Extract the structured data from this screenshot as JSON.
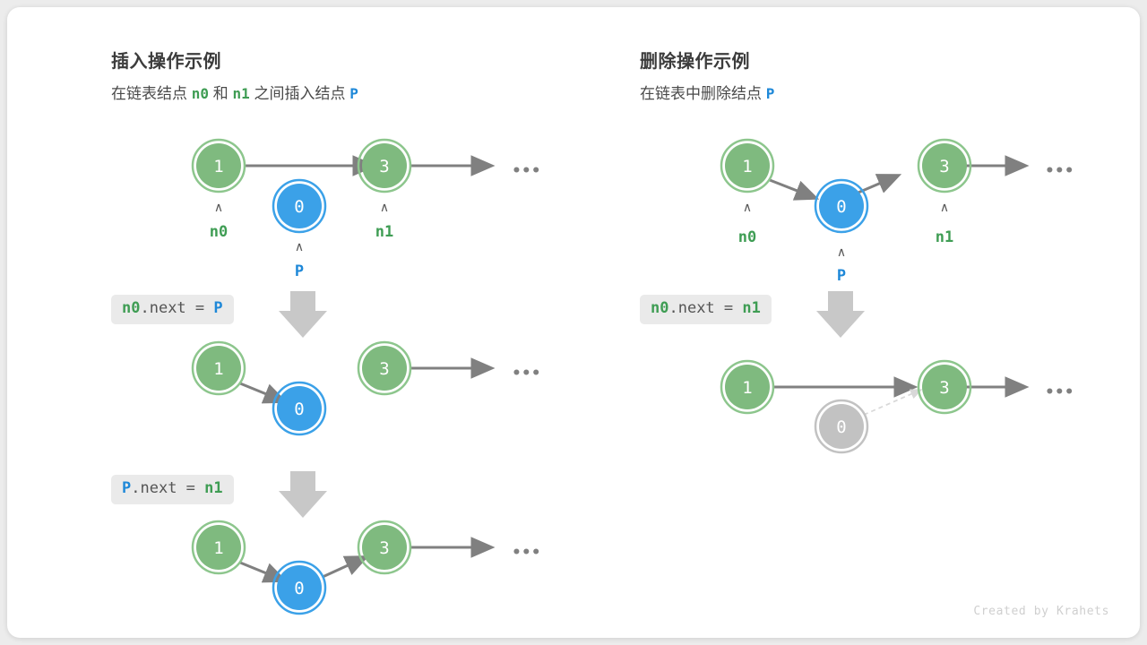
{
  "meta": {
    "footer": "Created by Krahets",
    "colors": {
      "green_fill": "#7fba7f",
      "green_ring": "#8dc68d",
      "green_text": "#3f9d54",
      "blue_fill": "#3ba1e8",
      "blue_ring": "#3ba1e8",
      "blue_text": "#1e88d8",
      "gray_fill": "#c2c2c2",
      "gray_ring": "#c2c2c2",
      "arrow": "#808080",
      "arrow_faded": "#d8d8d8",
      "codebox_bg": "#eaeaea",
      "card_bg": "#ffffff",
      "page_bg": "#ececec"
    }
  },
  "left_panel": {
    "title": "插入操作示例",
    "subtitle": {
      "part1": "在链表结点",
      "n0": "n0",
      "part2": "和",
      "n1": "n1",
      "part3": "之间插入结点",
      "p": "P"
    },
    "steps": [
      {
        "code": {
          "var1": "n0",
          "mid": ".next = ",
          "var2": "P"
        },
        "arrow_icon": "down-arrow-icon"
      },
      {
        "code": {
          "var1": "P",
          "mid": ".next = ",
          "var2": "n1"
        },
        "arrow_icon": "down-arrow-icon"
      }
    ],
    "row1": {
      "nodes": [
        {
          "value": "1",
          "type": "green",
          "label": "n0"
        },
        {
          "value": "0",
          "type": "blue",
          "label": "P"
        },
        {
          "value": "3",
          "type": "green",
          "label": "n1"
        }
      ],
      "ellipsis": "•••"
    },
    "row2": {
      "nodes": [
        {
          "value": "1",
          "type": "green"
        },
        {
          "value": "0",
          "type": "blue"
        },
        {
          "value": "3",
          "type": "green"
        }
      ],
      "ellipsis": "•••"
    },
    "row3": {
      "nodes": [
        {
          "value": "1",
          "type": "green"
        },
        {
          "value": "0",
          "type": "blue"
        },
        {
          "value": "3",
          "type": "green"
        }
      ],
      "ellipsis": "•••"
    }
  },
  "right_panel": {
    "title": "删除操作示例",
    "subtitle": {
      "part1": "在链表中删除结点",
      "p": "P"
    },
    "steps": [
      {
        "code": {
          "var1": "n0",
          "mid": ".next = ",
          "var2": "n1"
        },
        "arrow_icon": "down-arrow-icon"
      }
    ],
    "row1": {
      "nodes": [
        {
          "value": "1",
          "type": "green",
          "label": "n0"
        },
        {
          "value": "0",
          "type": "blue",
          "label": "P"
        },
        {
          "value": "3",
          "type": "green",
          "label": "n1"
        }
      ],
      "ellipsis": "•••"
    },
    "row2": {
      "nodes": [
        {
          "value": "1",
          "type": "green"
        },
        {
          "value": "0",
          "type": "gray"
        },
        {
          "value": "3",
          "type": "green"
        }
      ],
      "ellipsis": "•••"
    }
  }
}
